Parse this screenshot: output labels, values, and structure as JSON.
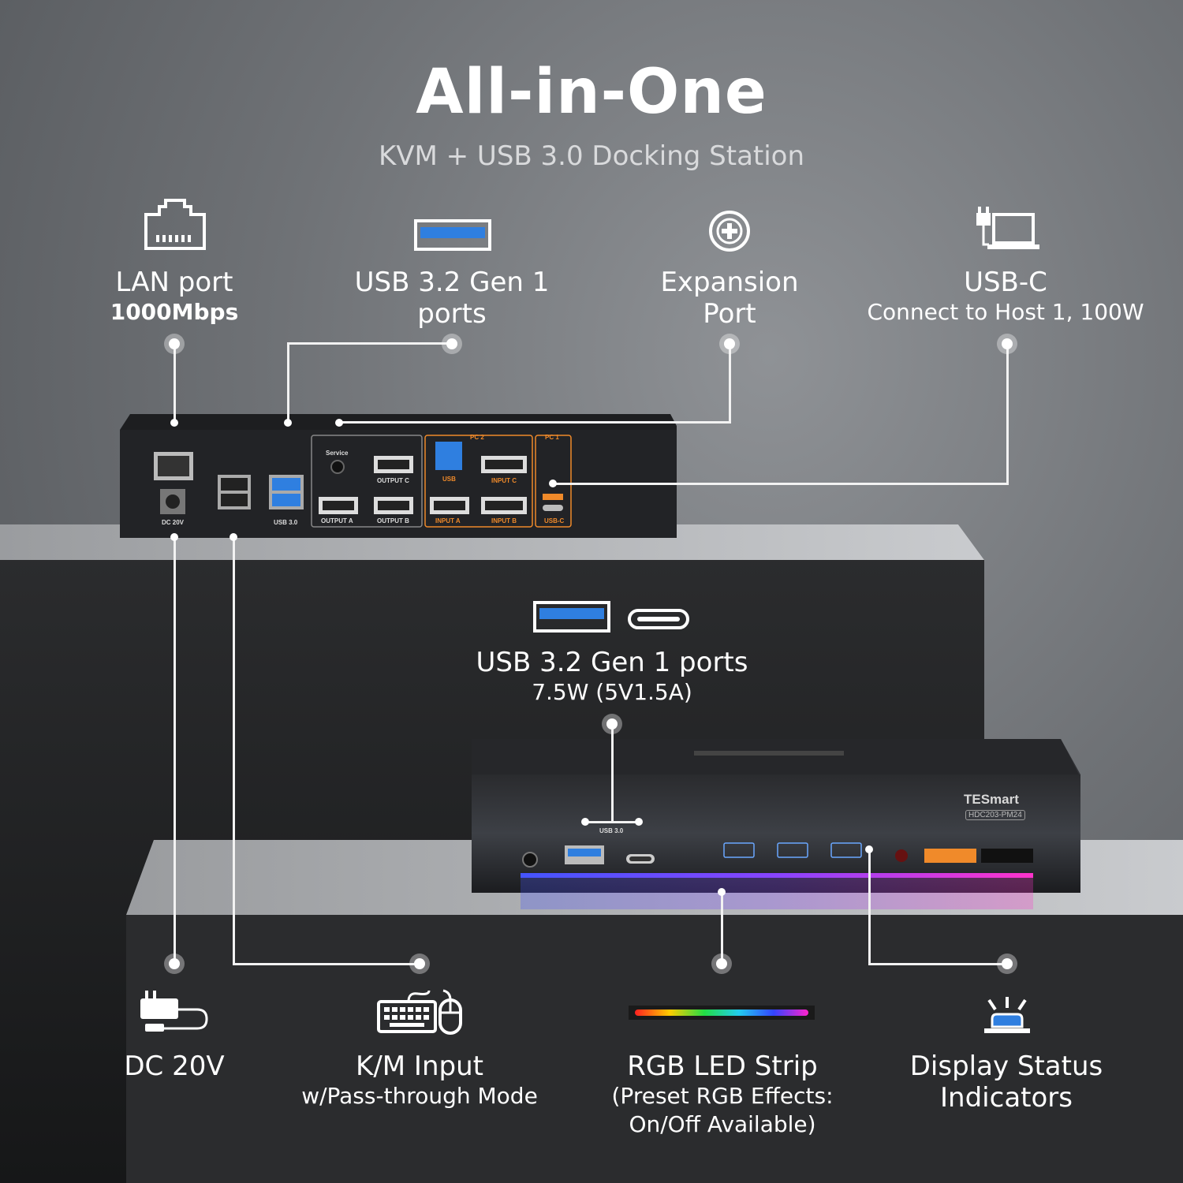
{
  "header": {
    "title": "All-in-One",
    "subtitle": "KVM + USB 3.0 Docking Station"
  },
  "features_top": [
    {
      "icon": "lan-port-icon",
      "title": "LAN port",
      "detail": "1000Mbps"
    },
    {
      "icon": "usb-a-port-icon",
      "title": "USB 3.2 Gen 1",
      "detail": "ports"
    },
    {
      "icon": "plus-circle-icon",
      "title": "Expansion",
      "detail": "Port"
    },
    {
      "icon": "laptop-plug-icon",
      "title": "USB-C",
      "detail": "Connect to Host 1, 100W"
    }
  ],
  "front_usb": {
    "title": "USB 3.2 Gen 1 ports",
    "detail": "7.5W (5V1.5A)"
  },
  "features_bottom": [
    {
      "icon": "power-adapter-icon",
      "title": "DC 20V",
      "detail": ""
    },
    {
      "icon": "keyboard-mouse-icon",
      "title": "K/M Input",
      "detail": "w/Pass-through Mode"
    },
    {
      "icon": "rgb-strip-icon",
      "title": "RGB LED Strip",
      "detail": "(Preset RGB Effects:",
      "detail2": "On/Off Available)"
    },
    {
      "icon": "status-light-icon",
      "title": "Display Status",
      "detail": "Indicators"
    }
  ],
  "rear_panel": {
    "dc_label": "DC 20V",
    "usb3_label": "USB 3.0",
    "service_label": "Service",
    "output_a": "OUTPUT A",
    "output_b": "OUTPUT B",
    "output_c": "OUTPUT C",
    "input_a": "INPUT A",
    "input_b": "INPUT B",
    "input_c": "INPUT C",
    "usb_label": "USB",
    "usbc_label": "USB-C",
    "pc1": "PC 1",
    "pc2": "PC 2"
  },
  "front_panel": {
    "brand": "TESmart",
    "model": "HDC203-PM24",
    "usb3_label": "USB 3.0"
  },
  "colors": {
    "accent_orange": "#f08a2a",
    "usb_blue": "#2f7fe0",
    "text_white": "#ffffff"
  }
}
